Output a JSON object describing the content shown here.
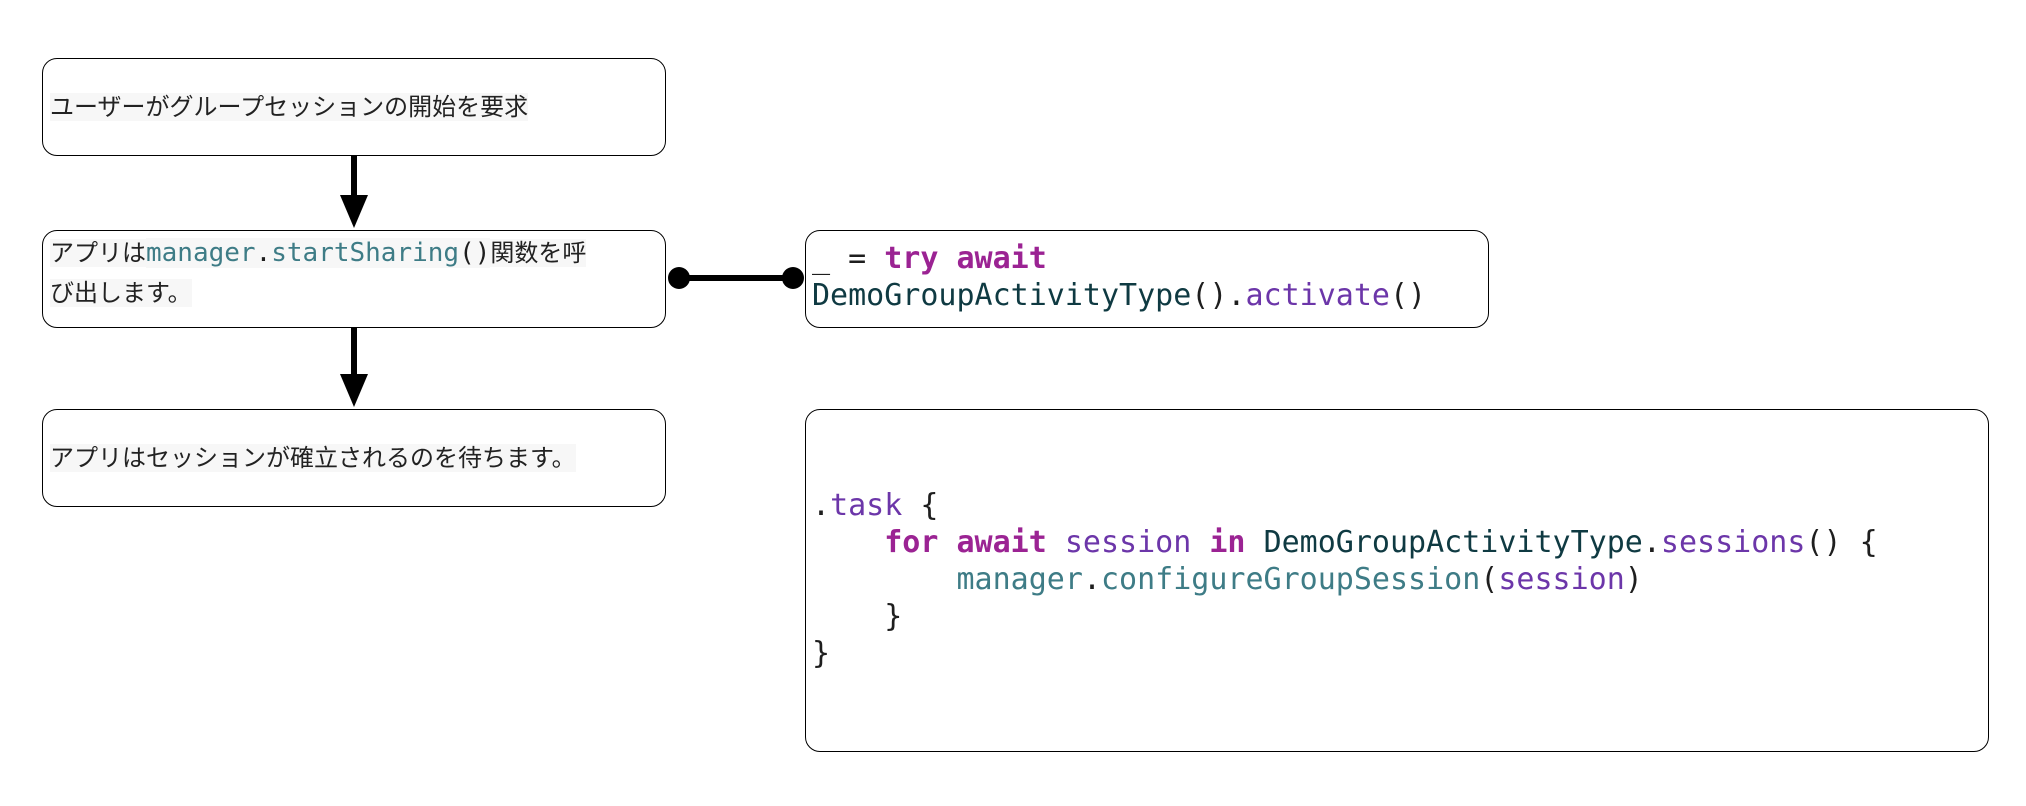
{
  "steps": {
    "step1": {
      "text": "ユーザーがグループセッションの開始を要求"
    },
    "step2": {
      "text_before": "アプリは",
      "code_object": "manager",
      "code_dot": ".",
      "code_method": "startSharing",
      "code_parens": "()",
      "text_after_line1": "関数を呼",
      "text_line2": "び出します。"
    },
    "step3": {
      "text": "アプリはセッションが確立されるのを待ちます。"
    }
  },
  "code_activate": {
    "underscore": "_",
    "equals": " = ",
    "kw_try": "try",
    "kw_await": "await",
    "type_name": "DemoGroupActivityType",
    "call_parens": "()",
    "dot": ".",
    "method": "activate",
    "method_parens": "()"
  },
  "code_task": {
    "dot": ".",
    "modifier": "task",
    "open_brace": " {",
    "kw_for": "for",
    "kw_await": "await",
    "var_session": "session",
    "kw_in": "in",
    "type_name": "DemoGroupActivityType",
    "dot2": ".",
    "method_sessions": "sessions",
    "sessions_parens": "()",
    "loop_open": " {",
    "manager": "manager",
    "dot3": ".",
    "method_configure": "configureGroupSession",
    "paren_open": "(",
    "arg_session": "session",
    "paren_close": ")",
    "inner_close": "}",
    "outer_close": "}"
  },
  "colors": {
    "keyword": "#9b2393",
    "function": "#6c36a9",
    "type": "#0f3a42",
    "property": "#3e7c86",
    "text": "#222222",
    "border": "#000000"
  }
}
